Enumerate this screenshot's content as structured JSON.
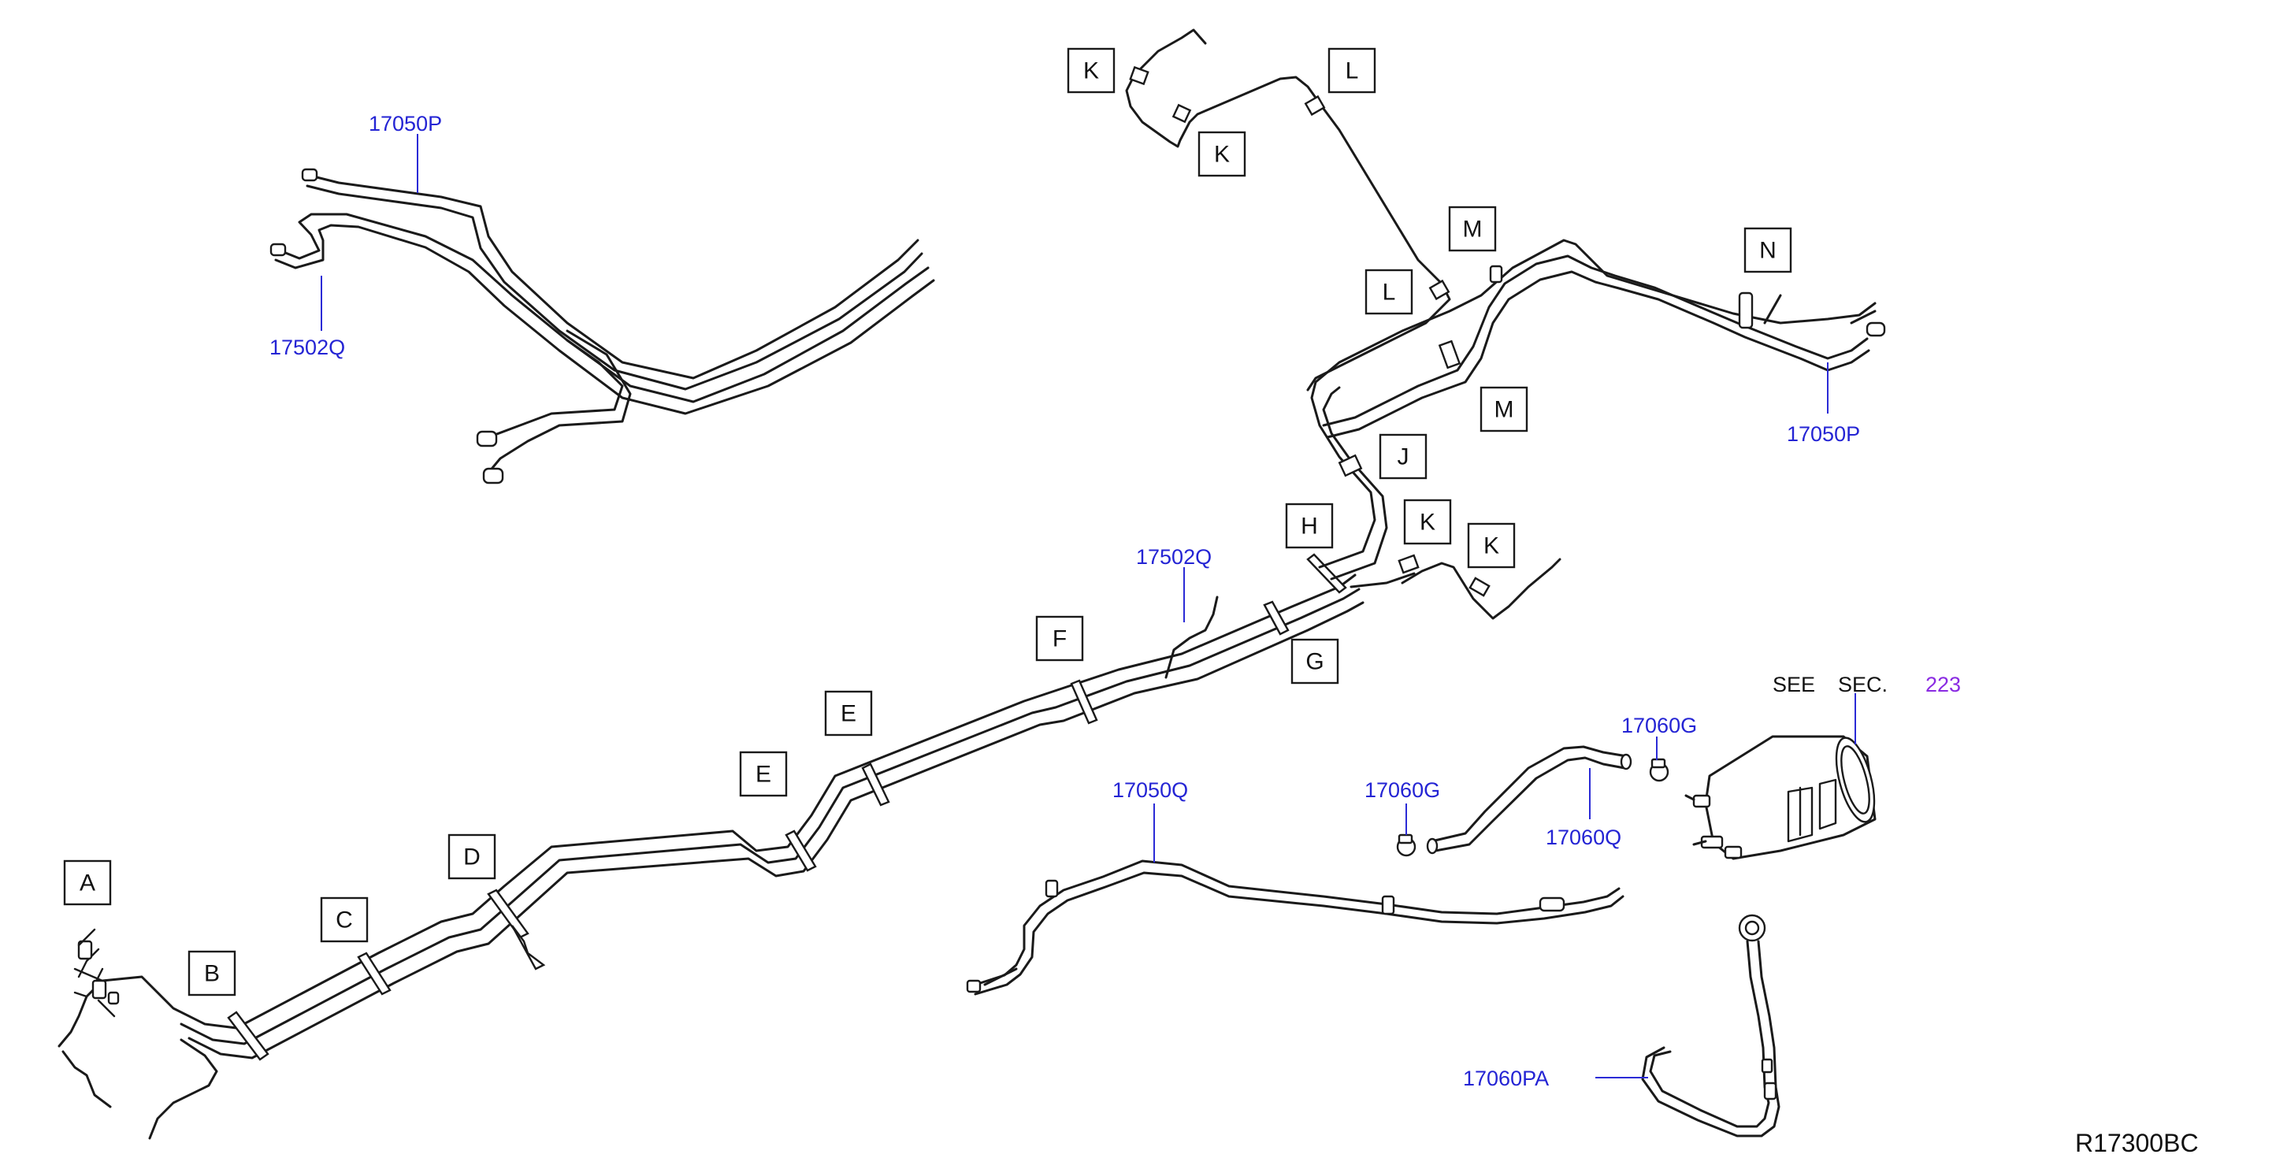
{
  "diagram_code": "R17300BC",
  "see_section": {
    "see": "SEE",
    "sec": "SEC.",
    "number": "223"
  },
  "part_labels": {
    "p_17050P_top": "17050P",
    "p_17502Q_left": "17502Q",
    "p_17502Q_mid": "17502Q",
    "p_17050P_right": "17050P",
    "p_17050Q": "17050Q",
    "p_17060G_left": "17060G",
    "p_17060G_right": "17060G",
    "p_17060Q": "17060Q",
    "p_17060PA": "17060PA"
  },
  "clip_boxes": {
    "A": "A",
    "B": "B",
    "C": "C",
    "D": "D",
    "E1": "E",
    "E2": "E",
    "F": "F",
    "G": "G",
    "H": "H",
    "J": "J",
    "K1": "K",
    "K2": "K",
    "K3": "K",
    "K4": "K",
    "L1": "L",
    "L2": "L",
    "M1": "M",
    "M2": "M",
    "N": "N"
  },
  "colors": {
    "line": "#1a1a1a",
    "part_number": "#2424d4",
    "section_number": "#8a2be2"
  }
}
